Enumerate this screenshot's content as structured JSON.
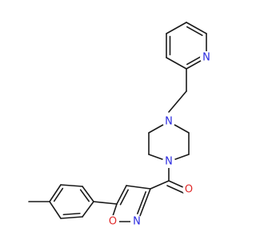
{
  "molecule": {
    "colors": {
      "bond": "#1a1a1a",
      "nitrogen": "#2a2ae0",
      "oxygen": "#e02a2a"
    },
    "atoms": {
      "n_pyridine": {
        "label": "N",
        "element": "nitrogen"
      },
      "n_piperazine_top": {
        "label": "N",
        "element": "nitrogen"
      },
      "n_piperazine_bottom": {
        "label": "N",
        "element": "nitrogen"
      },
      "o_carbonyl": {
        "label": "O",
        "element": "oxygen"
      },
      "n_isoxazole": {
        "label": "N",
        "element": "nitrogen"
      },
      "o_isoxazole": {
        "label": "O",
        "element": "oxygen"
      }
    }
  }
}
